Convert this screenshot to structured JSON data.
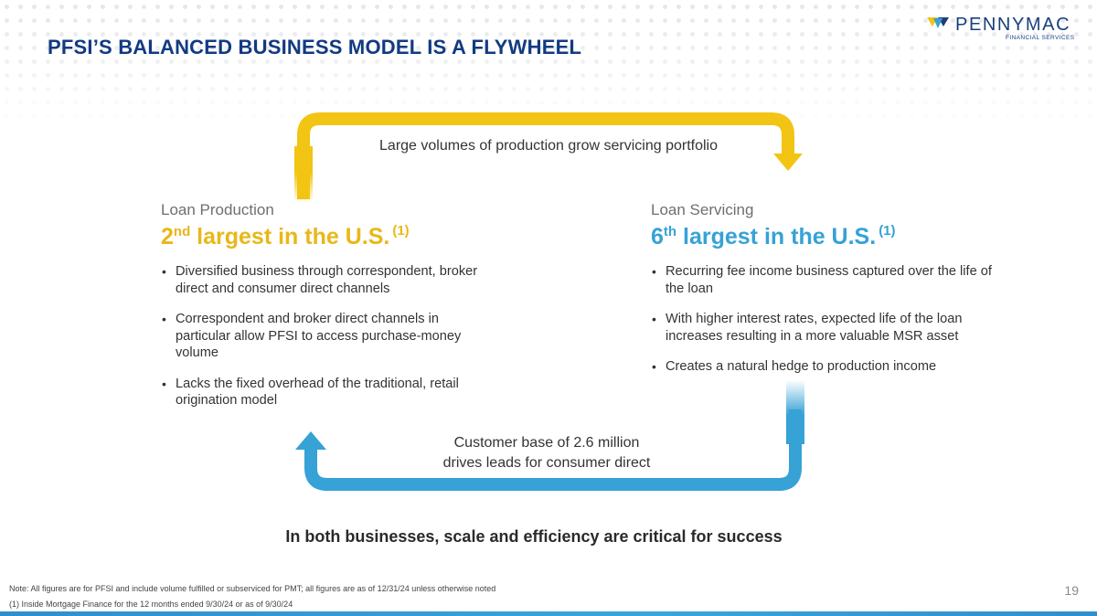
{
  "header": {
    "title": "PFSI’S BALANCED BUSINESS MODEL IS A FLYWHEEL",
    "logo_name": "PENNYMAC",
    "logo_sub": "FINANCIAL SERVICES"
  },
  "flywheel": {
    "top_caption": "Large volumes of production grow servicing portfolio",
    "bottom_caption_line1": "Customer base of 2.6 million",
    "bottom_caption_line2": "drives leads for consumer direct",
    "top_arrow_color": "#F2C414",
    "bottom_arrow_color": "#36A2D6"
  },
  "left_column": {
    "label": "Loan Production",
    "rank": "2",
    "rank_suffix": "nd",
    "headline": " largest in the U.S.",
    "footnote_ref": "(1)",
    "bullets": [
      "Diversified business through correspondent, broker direct and consumer direct channels",
      "Correspondent and broker direct channels in particular allow PFSI to access purchase-money volume",
      "Lacks the fixed overhead of the traditional, retail origination model"
    ]
  },
  "right_column": {
    "label": "Loan Servicing",
    "rank": "6",
    "rank_suffix": "th",
    "headline": " largest in the U.S.",
    "footnote_ref": "(1)",
    "bullets": [
      "Recurring fee income business captured over the life of the loan",
      "With higher interest rates, expected life of the loan increases resulting in a more valuable MSR asset",
      "Creates a natural hedge to production income"
    ]
  },
  "tagline": "In both businesses, scale and efficiency are critical for success",
  "footer": {
    "note": "Note: All figures are for PFSI and include volume fulfilled or subserviced for PMT; all figures are as of 12/31/24 unless otherwise noted",
    "footnote": "(1) Inside Mortgage Finance for the 12 months ended 9/30/24 or as of 9/30/24",
    "page_number": "19"
  }
}
